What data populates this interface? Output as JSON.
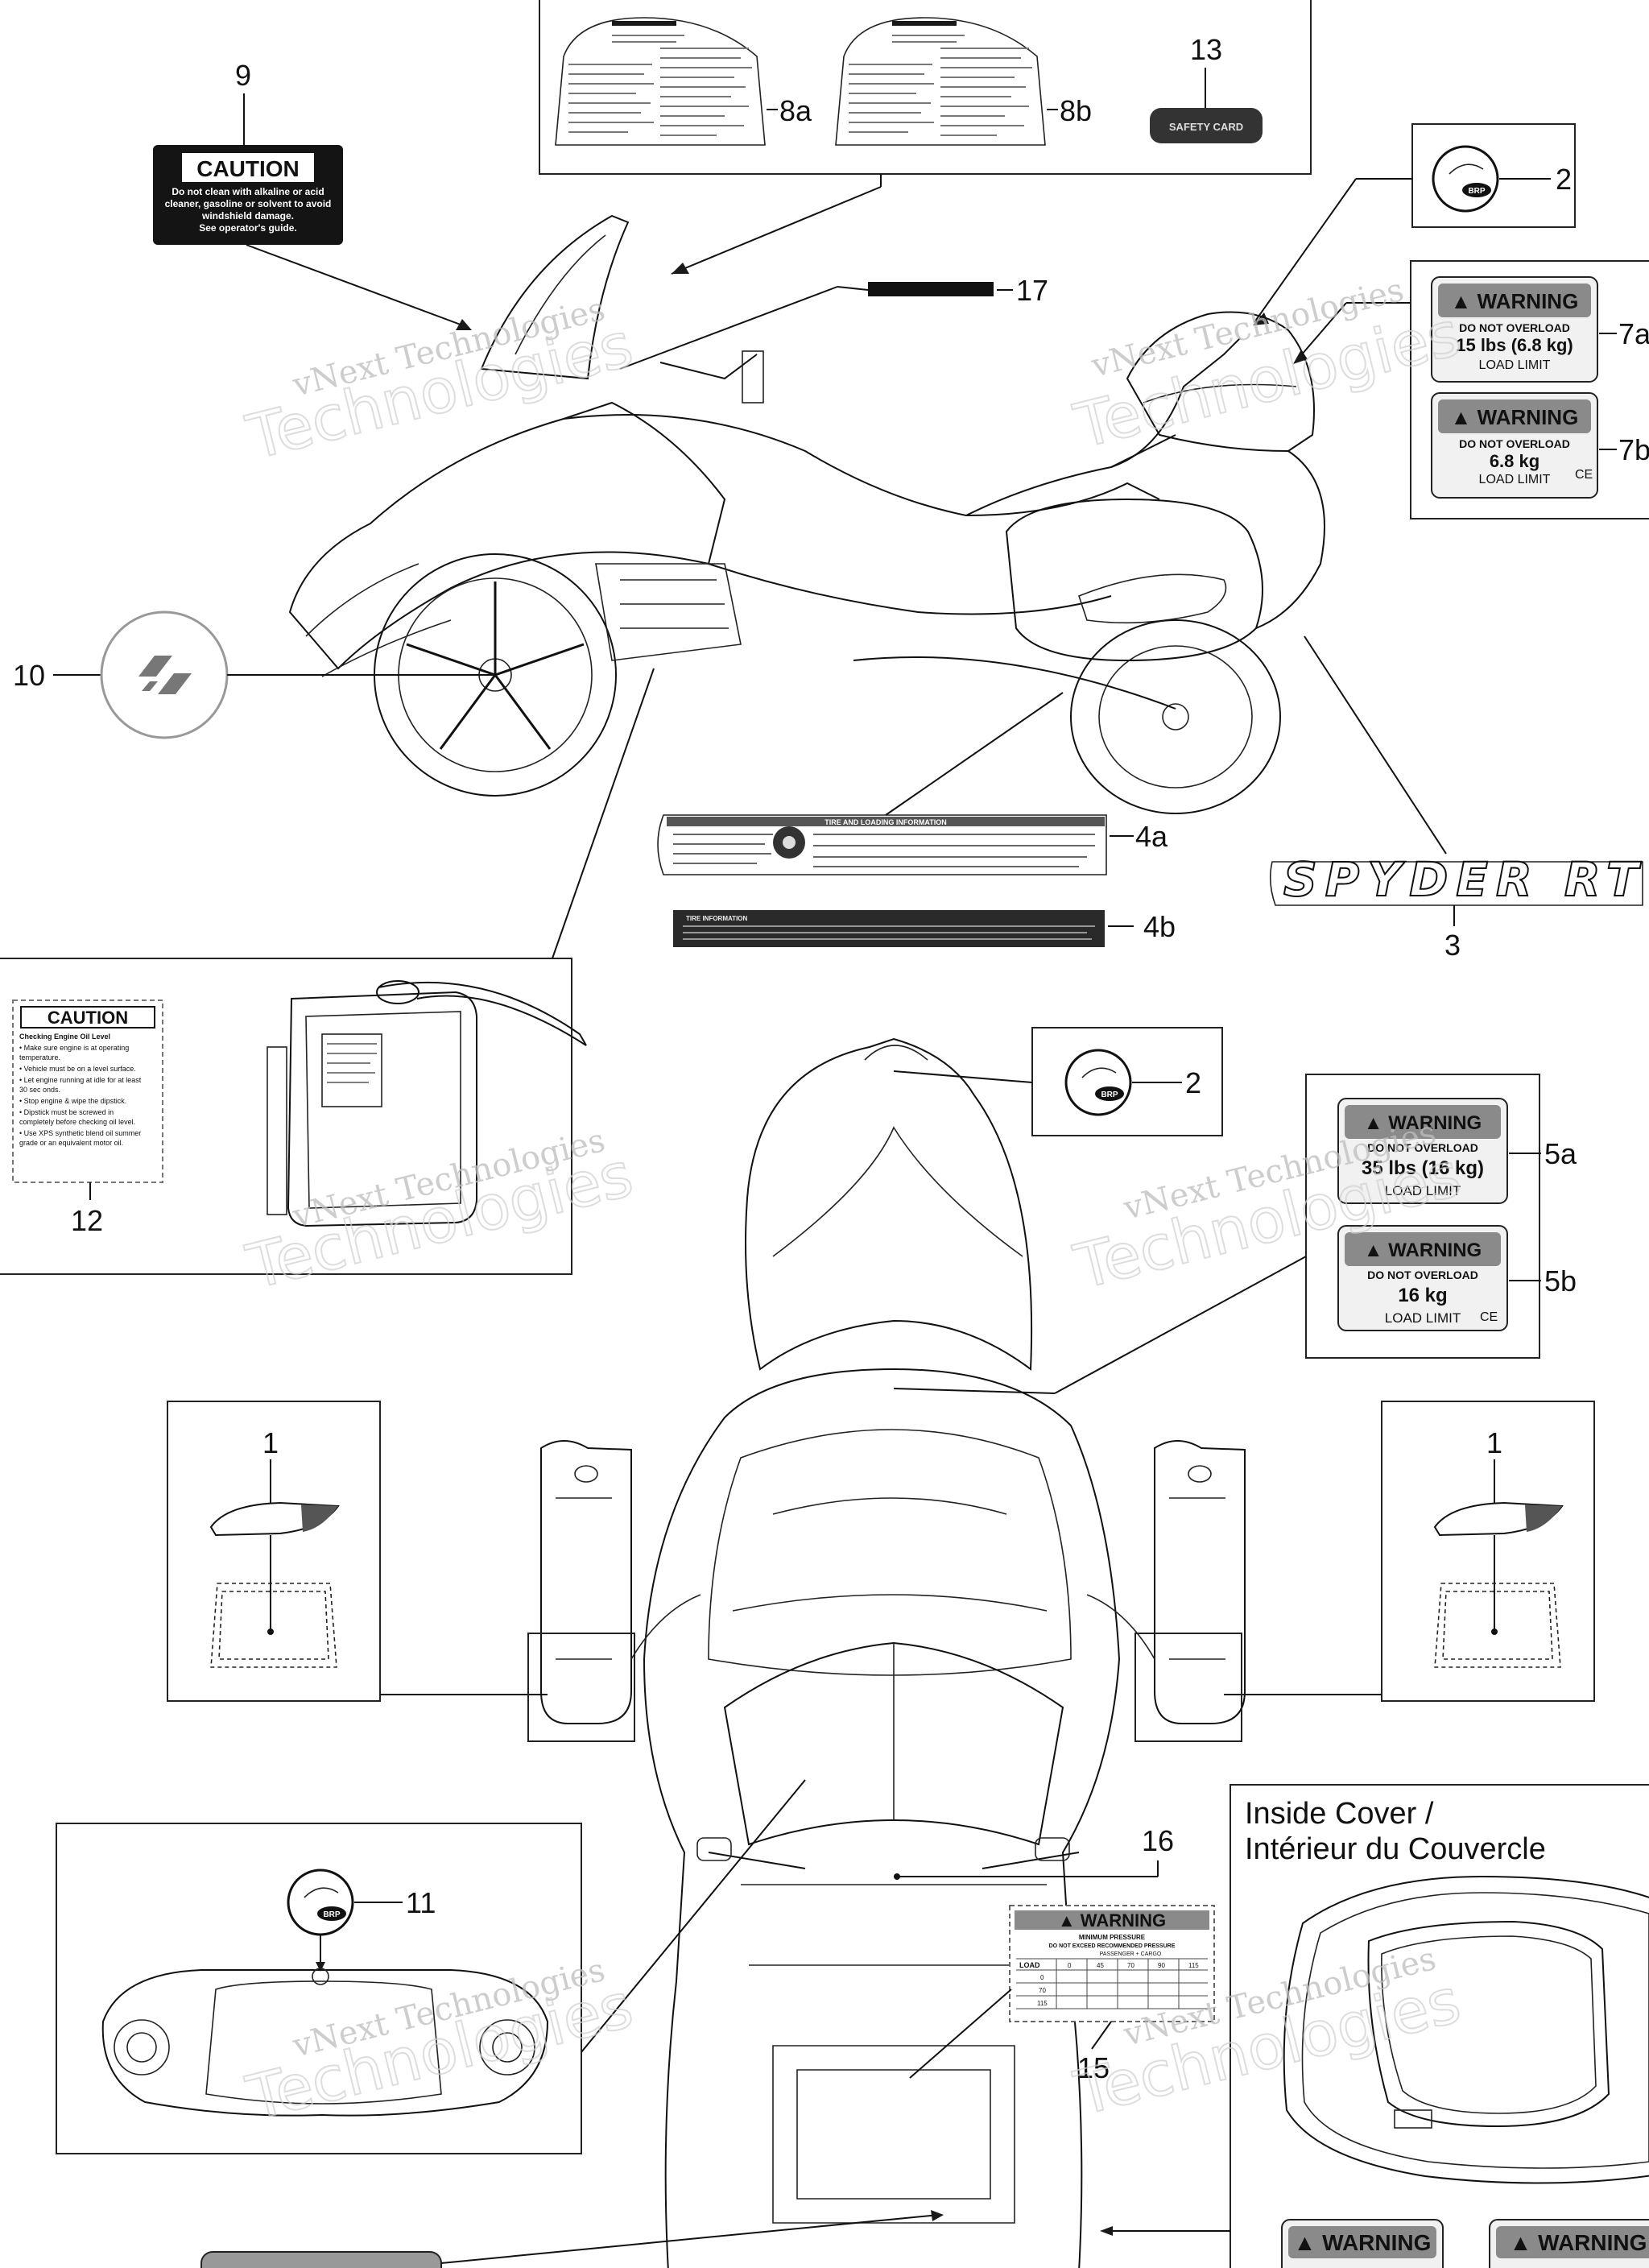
{
  "callouts": {
    "c1": "1",
    "c2": "2",
    "c3": "3",
    "c4a": "4a",
    "c4b": "4b",
    "c5a": "5a",
    "c5b": "5b",
    "c7a": "7a",
    "c7b": "7b",
    "c8a": "8a",
    "c8b": "8b",
    "c9": "9",
    "c10": "10",
    "c11": "11",
    "c12": "12",
    "c13": "13",
    "c15": "15",
    "c16": "16",
    "c17": "17"
  },
  "decal_9": {
    "header": "CAUTION",
    "lines": [
      "Do not clean with alkaline or acid",
      "cleaner, gasoline or solvent to avoid",
      "windshield damage.",
      "See operator's guide."
    ]
  },
  "decal_12": {
    "header": "CAUTION",
    "subheader": "Checking Engine Oil Level",
    "lines": [
      "• Make sure engine is at operating",
      "  temperature.",
      "• Vehicle must be on a level surface.",
      "• Let engine running at idle for at least",
      "  30 sec onds.",
      "• Stop engine & wipe the dipstick.",
      "• Dipstick must be screwed in",
      "  completely before checking oil level.",
      "• Use XPS synthetic blend oil summer",
      "  grade or an equivalent motor oil."
    ]
  },
  "decal_13": {
    "label": "SAFETY CARD"
  },
  "decal_7a": {
    "header": "WARNING",
    "line1": "DO NOT OVERLOAD",
    "line2": "15 lbs (6.8 kg)",
    "line3": "LOAD LIMIT"
  },
  "decal_7b": {
    "header": "WARNING",
    "line1": "DO NOT OVERLOAD",
    "line2": "6.8 kg",
    "line3": "LOAD LIMIT"
  },
  "decal_5a": {
    "header": "WARNING",
    "line1": "DO NOT OVERLOAD",
    "line2": "35 lbs (16 kg)",
    "line3": "LOAD LIMIT"
  },
  "decal_5b": {
    "header": "WARNING",
    "line1": "DO NOT OVERLOAD",
    "line2": "16 kg",
    "line3": "LOAD LIMIT"
  },
  "decal_15": {
    "header": "WARNING",
    "sub1": "MINIMUM PRESSURE",
    "sub2": "DO NOT EXCEED RECOMMENDED PRESSURE",
    "sub3": "PASSENGER + CARGO",
    "row_head": "LOAD",
    "cols": [
      "0",
      "45",
      "70",
      "90",
      "115"
    ],
    "rows": [
      "0",
      "70",
      "115"
    ]
  },
  "decal_4a": {
    "title": "TIRE AND LOADING INFORMATION"
  },
  "decal_4b": {
    "title": "TIRE INFORMATION"
  },
  "decal_3": {
    "text": "SPYDER RT"
  },
  "inside_cover": {
    "line1": "Inside Cover /",
    "line2": "Intérieur du Couvercle"
  },
  "watermark": {
    "line1": "vNext Technologies",
    "line2": "Technologies"
  },
  "bottom_warnings": {
    "w1": "WARNING",
    "w2": "WARNING"
  },
  "brand_badge": "BRP"
}
